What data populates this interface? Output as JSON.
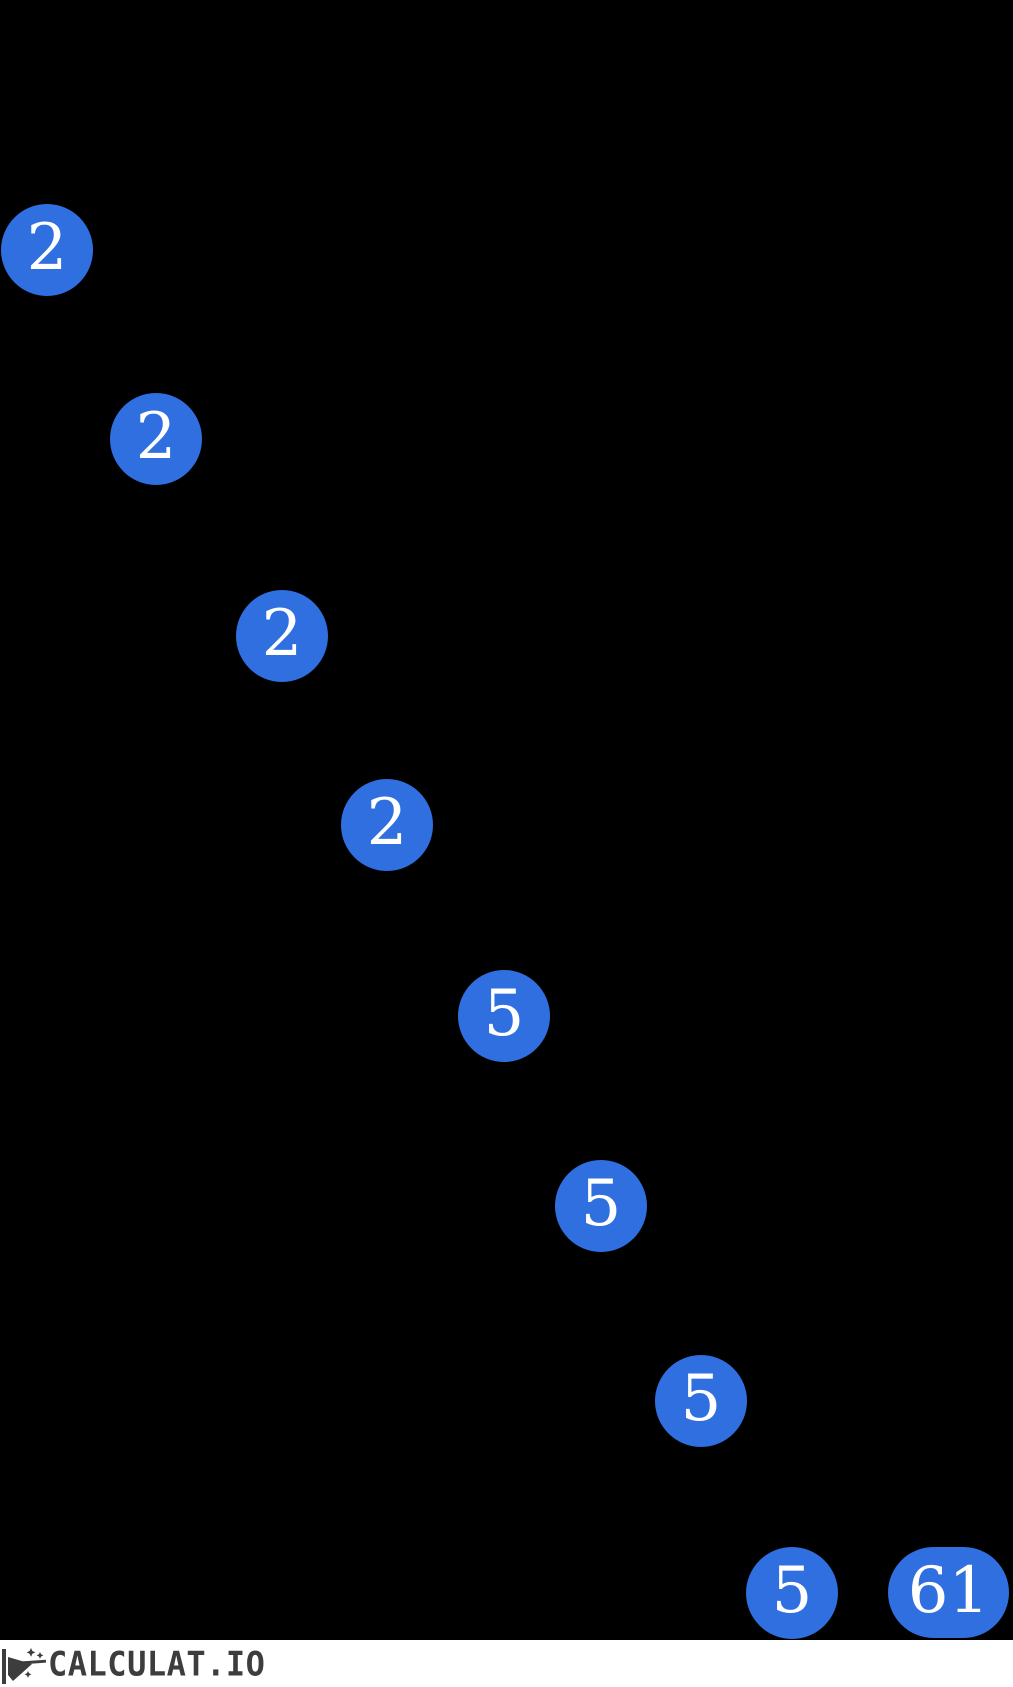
{
  "image": {
    "background_color": "#000000",
    "kind": "prime-factor-tree"
  },
  "tree": {
    "node_fill_color": "#2f6fe0",
    "node_text_color": "#ffffff",
    "nodes": [
      {
        "value": "2"
      },
      {
        "value": "2"
      },
      {
        "value": "2"
      },
      {
        "value": "2"
      },
      {
        "value": "5"
      },
      {
        "value": "5"
      },
      {
        "value": "5"
      },
      {
        "value": "5"
      },
      {
        "value": "61"
      }
    ]
  },
  "footer": {
    "background_color": "#ffffff",
    "watermark_text": "CALCULAT.IO",
    "watermark_color": "#3d3d3d",
    "watermark_icon": "origami-rocket-icon"
  }
}
